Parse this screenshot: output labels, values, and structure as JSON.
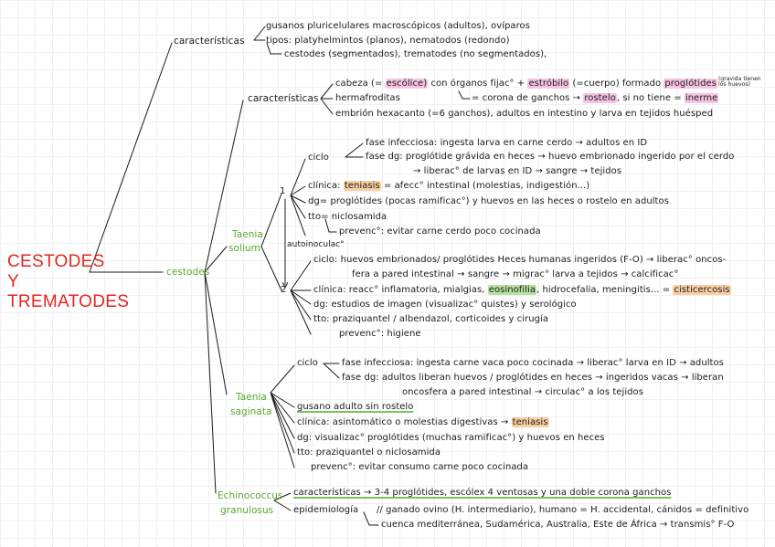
{
  "title": "CESTODES Y TREMATODES",
  "main_branch": {
    "caracteristicas_label": "características",
    "gusanos": "gusanos pluricelulares macroscópicos (adultos), ovíparos",
    "tipos": "tipos: platyhelmintos (planos), nematodos (redondo)",
    "cestodes_seg": "cestodes (segmentados), trematodes (no segmentados),",
    "cestodes_label": "cestodes"
  },
  "cestodes_caracteristicas": {
    "label": "características",
    "cabeza_a": "cabeza (=",
    "escolice": "escólice)",
    "cabeza_b": "con órganos fijac° +",
    "estrobilo": "estróbilo",
    "cabeza_c": "(=cuerpo) formado",
    "proglotides": "proglótides",
    "note": "(gravida tienen los huevos)",
    "hermafroditas": "hermafroditas",
    "corona_a": "= corona de ganchos →",
    "rostelo": "rostelo",
    "corona_b": ", si no tiene =",
    "inerme": "inerme",
    "embrion": "embrión hexacanto (=6 ganchos), adultos en intestino y larva en tejidos huésped"
  },
  "taenia_solium": {
    "label_1": "Taenia",
    "label_2": "solium",
    "autoinoculac": "autoinoculac°",
    "n1": "1",
    "n2": "2",
    "ciclo": "ciclo",
    "fase_inf": "fase infecciosa: ingesta larva en carne cerdo → adultos en ID",
    "fase_dg_1": "fase dg: proglótide grávida en heces → huevo embrionado ingerido por el cerdo",
    "fase_dg_2": "→ liberac° de larvas en ID → sangre → tejidos",
    "clinica_a": "clínica:",
    "teniasis": "teniasis",
    "clinica_b": "= afecc° intestinal (molestias, indigestión...)",
    "dg": "dg= proglótides (pocas ramificac°) y huevos en las heces o rostelo en adultos",
    "tto": "tto= niclosamida",
    "prevenc": "prevenc°: evitar carne cerdo poco cocinada",
    "ciclo2_1": "ciclo: huevos embrionados/ proglótides Heces humanas ingeridos (F-O) → liberac° oncos-",
    "ciclo2_2": "fera a pared intestinal → sangre → migrac° larva a tejidos → calcificac°",
    "clinica2_a": "clínica: reacc° inflamatoria, mialgias,",
    "eosinofilia": "eosinofilia",
    "clinica2_b": ", hidrocefalia, meningitis... =",
    "cisticercosis": "cisticercosis",
    "dg2": "dg: estudios de imagen (visualizac° quistes) y serológico",
    "tto2": "tto: praziquantel / albendazol, corticoides y cirugía",
    "prevenc2": "prevenc°: higiene"
  },
  "taenia_saginata": {
    "label_1": "Taenia",
    "label_2": "saginata",
    "ciclo": "ciclo",
    "fase_inf": "fase infecciosa: ingesta carne vaca poco cocinada → liberac° larva en ID → adultos",
    "fase_dg_1": "fase dg: adultos liberan huevos / proglótides en heces → ingeridos vacas → liberan",
    "fase_dg_2": "oncosfera a pared intestinal → circulac° a los tejidos",
    "gusano": "gusano adulto sin rostelo",
    "clinica_a": "clínica: asintomático o molestias digestivas →",
    "teniasis": "teniasis",
    "dg": "dg: visualizac° proglótides (muchas ramificac°) y huevos en heces",
    "tto": "tto: praziquantel o niclosamida",
    "prevenc": "prevenc°: evitar consumo carne poco cocinada"
  },
  "echinococcus": {
    "label_1": "Echinococcus",
    "label_2": "granulosus",
    "caract": "características → 3-4 proglótides, escólex 4 ventosas y una doble corona ganchos",
    "epid_label": "epidemiología",
    "epid_1": "// ganado ovino (H. intermediario), humano = H. accidental, cánidos = definitivo",
    "epid_2": "cuenca mediterránea, Sudamérica, Australia, Este de África → transmis° F-O"
  }
}
